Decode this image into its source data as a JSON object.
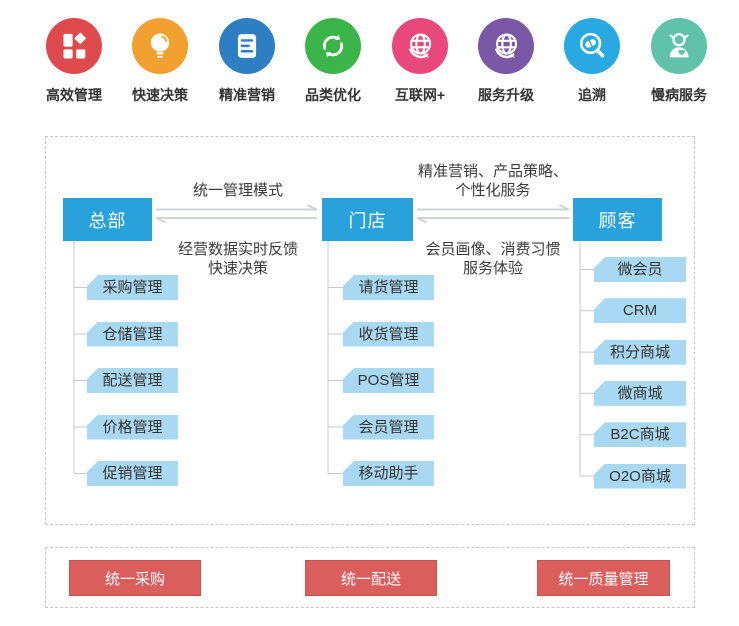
{
  "colors": {
    "red": "#df4b4c",
    "orange": "#f2a030",
    "blue": "#2e7ec3",
    "green": "#3bb44a",
    "pink": "#e9487d",
    "purple": "#7a58a5",
    "lightblue": "#29a9e1",
    "teal": "#5fc2a9",
    "node_blue": "#29a2dc",
    "item_blue": "#a9d9f2",
    "button_red": "#d95e5c",
    "connector_gray": "#c9c9c9"
  },
  "icon_row": {
    "items": [
      {
        "label": "高效管理",
        "icon": "grid-icon",
        "color": "#df4b4c"
      },
      {
        "label": "快速决策",
        "icon": "bulb-icon",
        "color": "#f2a030"
      },
      {
        "label": "精准营销",
        "icon": "document-icon",
        "color": "#2e7ec3"
      },
      {
        "label": "品类优化",
        "icon": "refresh-icon",
        "color": "#3bb44a"
      },
      {
        "label": "互联网+",
        "icon": "globe-arrow-icon",
        "color": "#e9487d"
      },
      {
        "label": "服务升级",
        "icon": "globe-arrow-icon",
        "color": "#7a58a5"
      },
      {
        "label": "追溯",
        "icon": "magnifier-pill-icon",
        "color": "#29a9e1"
      },
      {
        "label": "慢病服务",
        "icon": "person-heart-icon",
        "color": "#5fc2a9"
      }
    ]
  },
  "flow": {
    "nodes": [
      {
        "label": "总部"
      },
      {
        "label": "门店"
      },
      {
        "label": "顾客"
      }
    ],
    "links": [
      {
        "top_line1": "统一管理模式",
        "top_line2": "",
        "bottom_line1": "经营数据实时反馈",
        "bottom_line2": "快速决策"
      },
      {
        "top_line1": "精准营销、产品策略、",
        "top_line2": "个性化服务",
        "bottom_line1": "会员画像、消费习惯",
        "bottom_line2": "服务体验"
      }
    ],
    "columns": [
      {
        "parent": "总部",
        "items": [
          "采购管理",
          "仓储管理",
          "配送管理",
          "价格管理",
          "促销管理"
        ]
      },
      {
        "parent": "门店",
        "items": [
          "请货管理",
          "收货管理",
          "POS管理",
          "会员管理",
          "移动助手"
        ]
      },
      {
        "parent": "顾客",
        "items": [
          "微会员",
          "CRM",
          "积分商城",
          "微商城",
          "B2C商城",
          "O2O商城"
        ]
      }
    ]
  },
  "footer": {
    "buttons": [
      "统一采购",
      "统一配送",
      "统一质量管理"
    ]
  }
}
